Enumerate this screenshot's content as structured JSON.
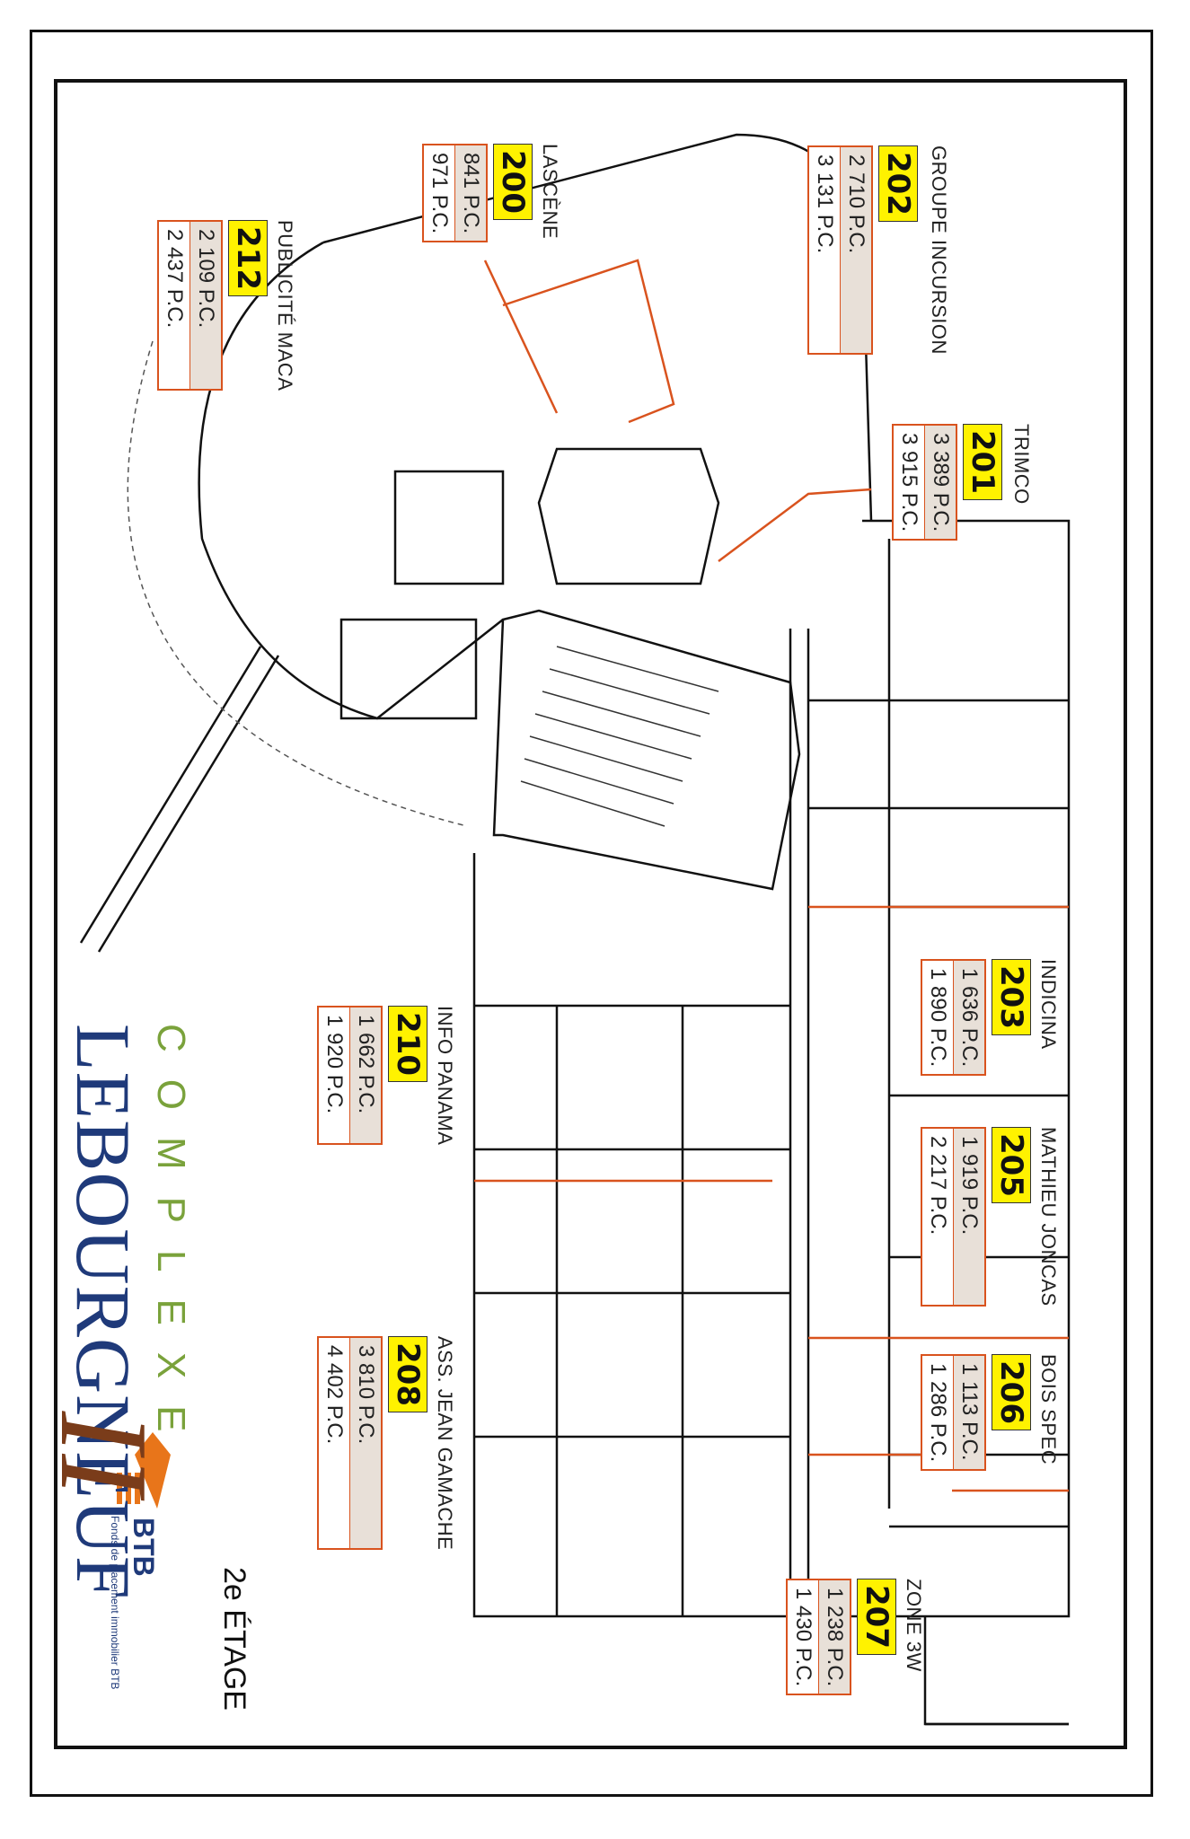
{
  "floor_label": "2e ÉTAGE",
  "logo": {
    "complexe": "COMPLEXE",
    "name": "LEBOURGNEUF",
    "numeral": "II"
  },
  "btb": {
    "name": "BTB",
    "subtitle": "Fonds de placement immobilier BTB"
  },
  "suites": [
    {
      "id": "200",
      "tenant": "LASCÈNE",
      "pc_usable": "841 P.C.",
      "pc_rentable": "971 P.C."
    },
    {
      "id": "201",
      "tenant": "TRIMCO",
      "pc_usable": "3 389 P.C.",
      "pc_rentable": "3 915 P.C."
    },
    {
      "id": "202",
      "tenant": "GROUPE INCURSION",
      "pc_usable": "2 710 P.C.",
      "pc_rentable": "3 131 P.C."
    },
    {
      "id": "203",
      "tenant": "INDICINA",
      "pc_usable": "1 636 P.C.",
      "pc_rentable": "1 890 P.C."
    },
    {
      "id": "205",
      "tenant": "MATHIEU JONCAS",
      "pc_usable": "1 919 P.C.",
      "pc_rentable": "2 217 P.C."
    },
    {
      "id": "206",
      "tenant": "BOIS SPEC",
      "pc_usable": "1 113 P.C.",
      "pc_rentable": "1 286 P.C."
    },
    {
      "id": "207",
      "tenant": "ZONE 3W",
      "pc_usable": "1 238 P.C.",
      "pc_rentable": "1 430 P.C."
    },
    {
      "id": "208",
      "tenant": "ASS. JEAN GAMACHE",
      "pc_usable": "3 810 P.C.",
      "pc_rentable": "4 402 P.C."
    },
    {
      "id": "210",
      "tenant": "INFO PANAMA",
      "pc_usable": "1 662 P.C.",
      "pc_rentable": "1 920 P.C."
    },
    {
      "id": "212",
      "tenant": "PUBLICITÉ MACA",
      "pc_usable": "2 109 P.C.",
      "pc_rentable": "2 437 P.C."
    }
  ],
  "colors": {
    "suite_tag": "#fff200",
    "area_border": "#d9531e",
    "wall": "#111111",
    "logo_blue": "#1f3a7a",
    "logo_green": "#7aa23b",
    "btb_orange": "#e8751a"
  }
}
